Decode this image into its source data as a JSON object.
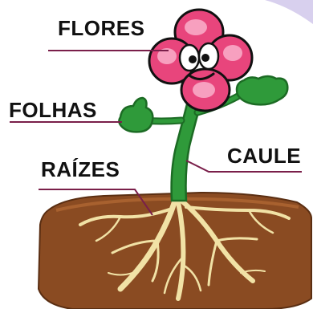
{
  "labels": {
    "flores": "FLORES",
    "folhas": "FOLHAS",
    "raizes": "RAÍZES",
    "caule": "CAULE"
  },
  "colors": {
    "petal": "#e8457c",
    "petal_light": "#f7a0bf",
    "stem": "#2f9a3a",
    "soil": "#8a4b22",
    "root": "#f1e2a6",
    "leader_line": "#7a1f4a"
  }
}
